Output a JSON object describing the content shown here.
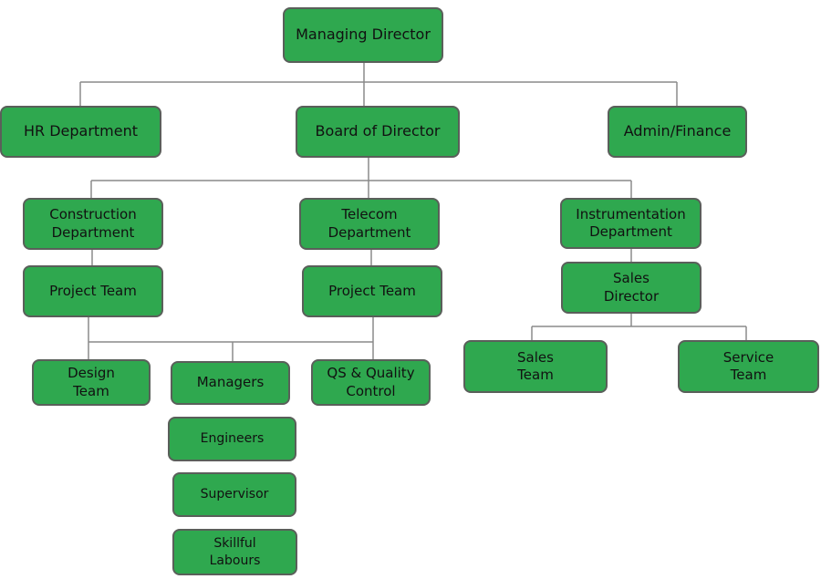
{
  "colors": {
    "box_fill": "#2fa84f",
    "box_border": "#5a5f5a",
    "connector": "#8a8a8a"
  },
  "nodes": {
    "managing_director": "Managing Director",
    "hr_department": "HR Department",
    "board_of_director": "Board of Director",
    "admin_finance": "Admin/Finance",
    "construction_department": "Construction\nDepartment",
    "telecom_department": "Telecom\nDepartment",
    "instrumentation_department": "Instrumentation\nDepartment",
    "construction_project_team": "Project Team",
    "telecom_project_team": "Project Team",
    "sales_director": "Sales\nDirector",
    "design_team": "Design\nTeam",
    "managers": "Managers",
    "qs_quality_control": "QS & Quality\nControl",
    "sales_team": "Sales\nTeam",
    "service_team": "Service\nTeam",
    "engineers": "Engineers",
    "supervisor": "Supervisor",
    "skillful_labours": "Skillful\nLabours"
  }
}
